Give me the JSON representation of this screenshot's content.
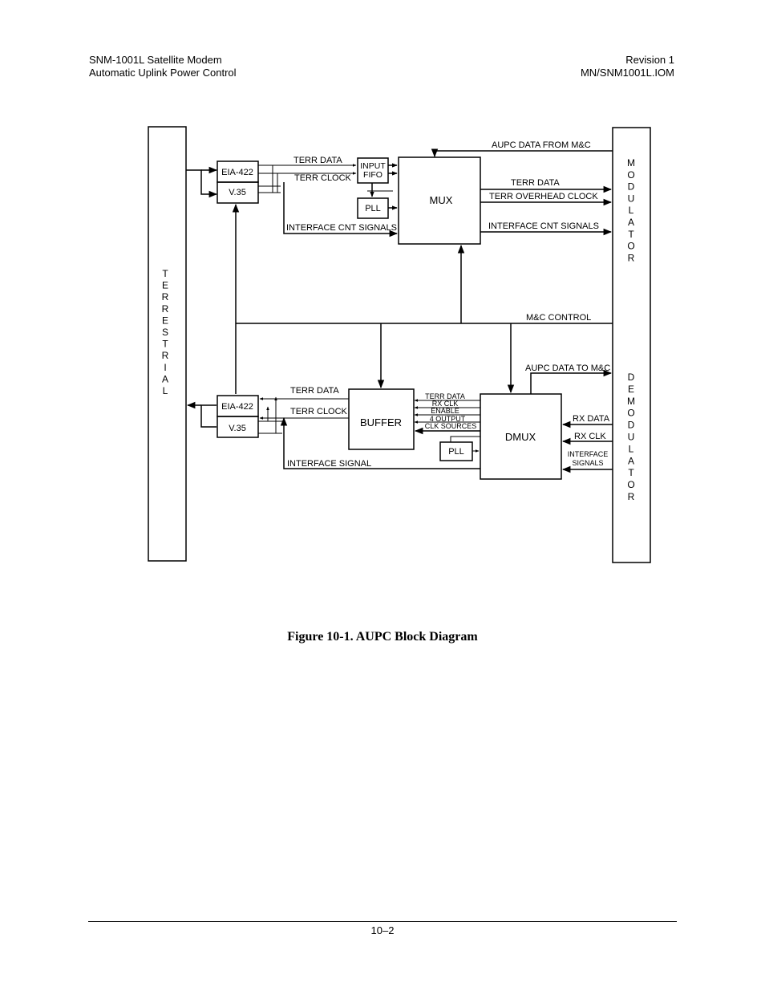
{
  "header": {
    "left_line1": "SNM-1001L Satellite Modem",
    "left_line2": "Automatic Uplink Power Control",
    "right_line1": "Revision 1",
    "right_line2": "MN/SNM1001L.IOM"
  },
  "diagram": {
    "blocks": {
      "terrestrial": "TERRESTRIAL",
      "modulator": "MODULATOR",
      "demodulator": "DEMODULATOR",
      "eia422": "EIA-422",
      "v35": "V.35",
      "input_fifo_line1": "INPUT",
      "input_fifo_line2": "FIFO",
      "pll": "PLL",
      "mux": "MUX",
      "buffer": "BUFFER",
      "dmux": "DMUX"
    },
    "signals": {
      "terr_data": "TERR DATA",
      "terr_clock": "TERR CLOCK",
      "interface_cnt_signals": "INTERFACE CNT SIGNALS",
      "aupc_data_from_mc": "AUPC DATA FROM M&C",
      "terr_overhead_clock": "TERR OVERHEAD CLOCK",
      "mc_control": "M&C CONTROL",
      "aupc_data_to_mc": "AUPC DATA TO M&C",
      "rx_clk_upper": "RX CLK",
      "enable": "ENABLE",
      "output_4": "4 OUTPUT",
      "clk_sources": "CLK SOURCES",
      "rx_data": "RX DATA",
      "rx_clk": "RX CLK",
      "interface_signals_line1": "INTERFACE",
      "interface_signals_line2": "SIGNALS",
      "interface_signal": "INTERFACE SIGNAL"
    }
  },
  "caption": "Figure 10-1.  AUPC Block Diagram",
  "page_number": "10–2"
}
